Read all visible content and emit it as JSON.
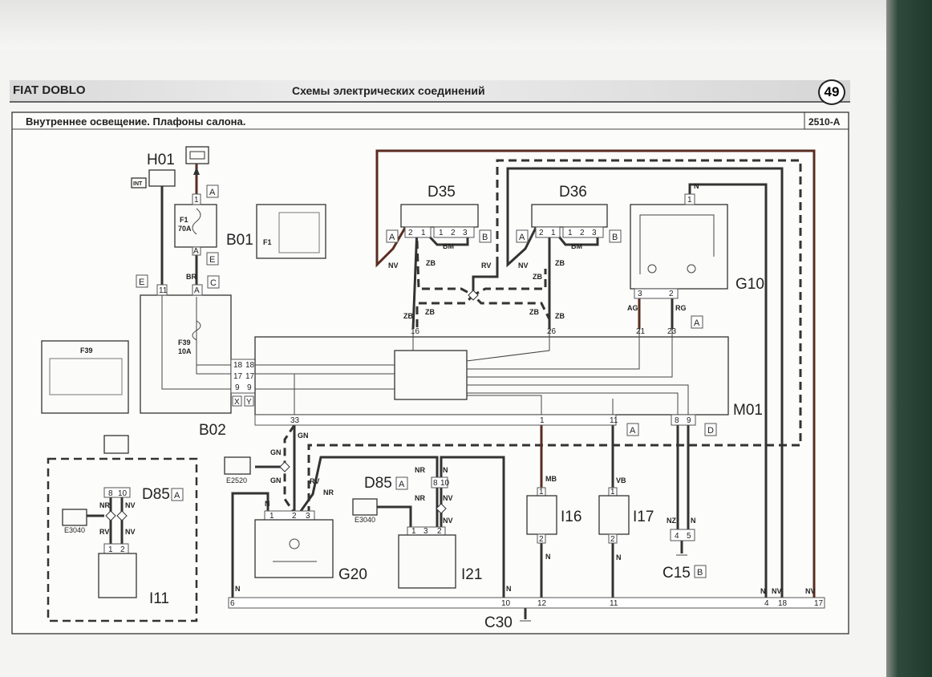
{
  "header": {
    "brand": "FIAT DOBLO",
    "section": "Схемы электрических соединений",
    "page": "49"
  },
  "diagram": {
    "title": "Внутреннее освещение. Плафоны салона.",
    "code": "2510-A"
  },
  "components": {
    "H01": "H01",
    "B01": "B01",
    "B02": "B02",
    "D35": "D35",
    "D36": "D36",
    "G10": "G10",
    "M01": "M01",
    "D85_left": "D85",
    "D85_mid": "D85",
    "G20": "G20",
    "I21": "I21",
    "I16": "I16",
    "I17": "I17",
    "I11": "I11",
    "C15": "C15",
    "C30": "C30",
    "E2520": "E2520",
    "E3040_left": "E3040",
    "E3040_mid": "E3040"
  },
  "fuses": {
    "F1": "F1",
    "F1_rating": "70A",
    "F39": "F39",
    "F39_rating": "10A",
    "F1_inset": "F1",
    "F39_inset": "F39"
  },
  "tags": {
    "INT": "INT",
    "BM1": "BM",
    "BM2": "BM"
  },
  "location_boxes": [
    "A",
    "E",
    "C",
    "E",
    "A",
    "B",
    "A",
    "B",
    "A",
    "A",
    "D",
    "A",
    "B",
    "A",
    "X",
    "Y"
  ],
  "pins": {
    "B01": [
      "1",
      "A"
    ],
    "B02_top": [
      "11",
      "A"
    ],
    "B02_side": [
      "18",
      "17",
      "9",
      "18",
      "17",
      "9"
    ],
    "D35": [
      "2",
      "1",
      "1",
      "2",
      "3"
    ],
    "D36": [
      "2",
      "1",
      "1",
      "2",
      "3"
    ],
    "G10": [
      "1",
      "3",
      "2"
    ],
    "M01_top": [
      "16",
      "26",
      "21",
      "23"
    ],
    "M01_bottom": [
      "33",
      "1",
      "11",
      "8",
      "9"
    ],
    "G20": [
      "1",
      "2",
      "3"
    ],
    "D85_mid": [
      "8",
      "10"
    ],
    "I21": [
      "1",
      "3",
      "2"
    ],
    "I16": [
      "1",
      "2"
    ],
    "I17": [
      "1",
      "2"
    ],
    "C15": [
      "4",
      "5"
    ],
    "D85_left": [
      "8",
      "10"
    ],
    "I11": [
      "1",
      "2"
    ],
    "C30": [
      "6",
      "10",
      "12",
      "11",
      "4",
      "18",
      "17"
    ]
  },
  "wire_codes": [
    "NV",
    "ZB",
    "RV",
    "NV",
    "ZB",
    "ZB",
    "ZB",
    "ZB",
    "ZB",
    "ZB",
    "AG",
    "RG",
    "N",
    "BR",
    "GN",
    "GN",
    "GN",
    "RV",
    "NR",
    "N",
    "N",
    "NR",
    "N",
    "NR",
    "NV",
    "NV",
    "N",
    "MB",
    "VB",
    "N",
    "N",
    "NZ",
    "N",
    "N",
    "NV",
    "NV",
    "NR",
    "NV",
    "RV",
    "NV"
  ]
}
